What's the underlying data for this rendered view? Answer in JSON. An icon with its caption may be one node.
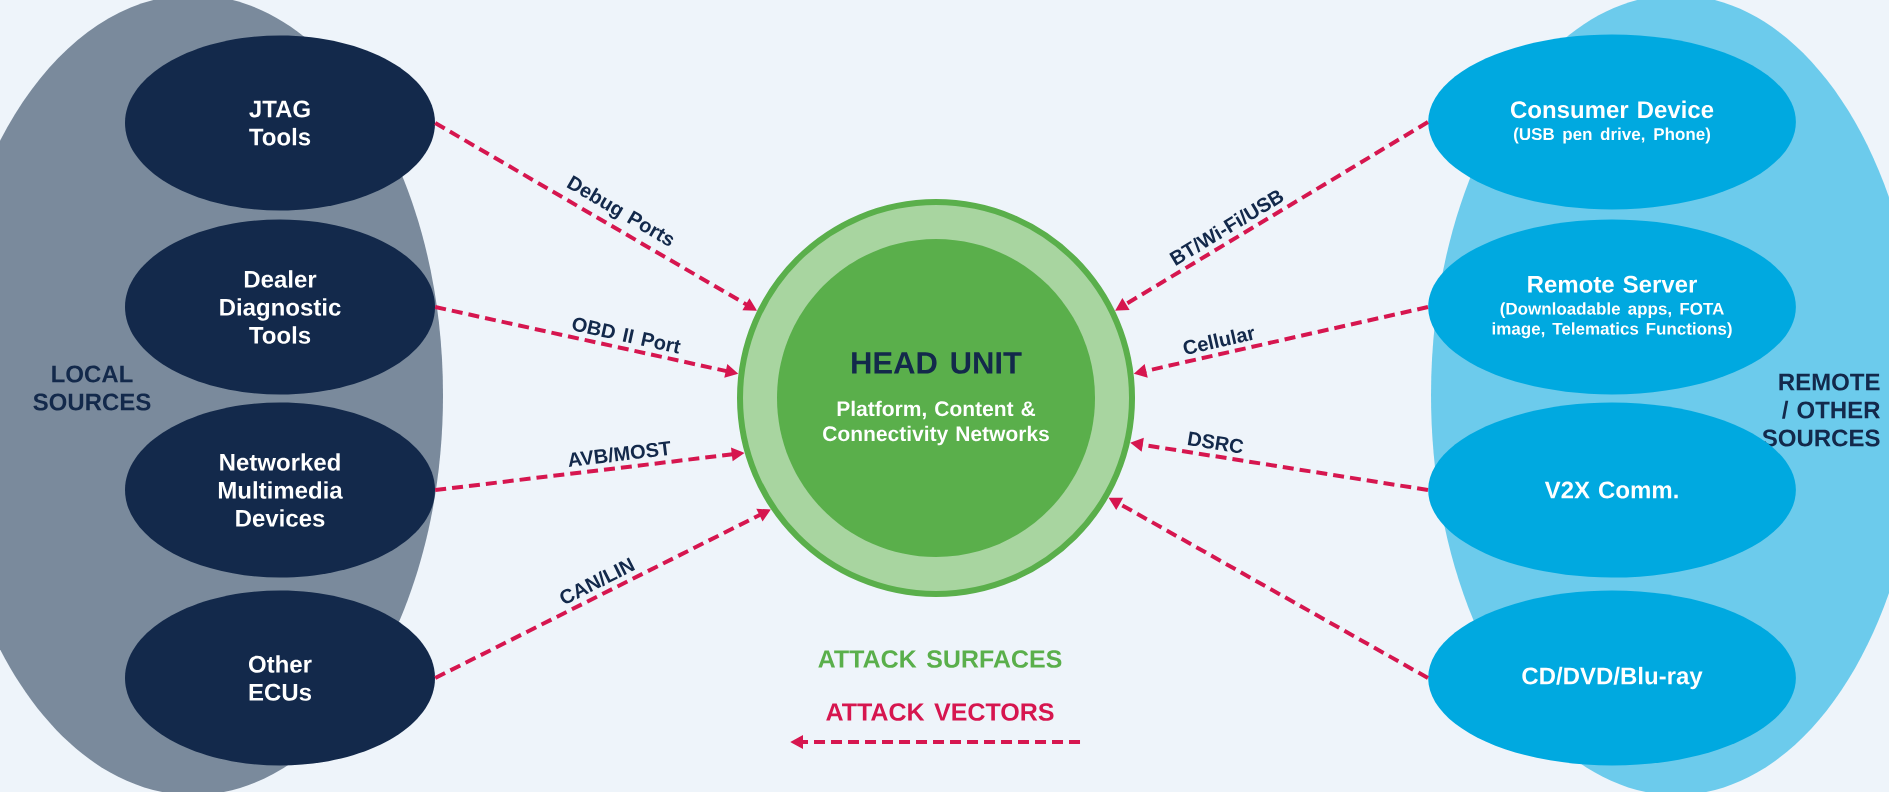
{
  "diagram": {
    "nodes": [
      {
        "text": [
          "LOCAL SOURCES"
        ]
      },
      {
        "text": [
          "JTAG Tools"
        ],
        "in": 0
      },
      {
        "text": [
          "Dealer Diagnostic Tools"
        ],
        "in": 0
      },
      {
        "text": [
          "Networked Multimedia Devices"
        ],
        "in": 0
      },
      {
        "text": [
          "Other ECUs"
        ],
        "in": 0
      },
      {
        "text": [
          "HEAD UNIT",
          "Platform, Content & Connectivity Networks"
        ]
      },
      {
        "text": [
          "REMOTE / OTHER SOURCES"
        ]
      },
      {
        "text": [
          "Consumer Device",
          "(USB pen drive, Phone)"
        ],
        "in": 6
      },
      {
        "text": [
          "Remote Server",
          "(Downloadable apps, FOTA image, Telematics Functions)"
        ],
        "in": 6
      },
      {
        "text": [
          "V2X Comm."
        ],
        "in": 6
      },
      {
        "text": [
          "CD/DVD/Blu-ray"
        ],
        "in": 6
      }
    ],
    "edges": [
      {
        "from": 1,
        "to": 5,
        "arrow": "to",
        "label": "Debug Ports",
        "style": "dashed"
      },
      {
        "from": 2,
        "to": 5,
        "arrow": "to",
        "label": "OBD II Port",
        "style": "dashed"
      },
      {
        "from": 3,
        "to": 5,
        "arrow": "to",
        "label": "AVB/MOST",
        "style": "dashed"
      },
      {
        "from": 4,
        "to": 5,
        "arrow": "to",
        "label": "CAN/LIN",
        "style": "dashed"
      },
      {
        "from": 7,
        "to": 5,
        "arrow": "to",
        "label": "BT/Wi-Fi/USB",
        "style": "dashed"
      },
      {
        "from": 8,
        "to": 5,
        "arrow": "to",
        "label": "Cellular",
        "style": "dashed"
      },
      {
        "from": 9,
        "to": 5,
        "arrow": "to",
        "label": "DSRC",
        "style": "dashed"
      },
      {
        "from": 10,
        "to": 5,
        "arrow": "to",
        "style": "dashed"
      }
    ],
    "legend": [
      {
        "text": "ATTACK SURFACES"
      },
      {
        "text": "ATTACK VECTORS"
      }
    ]
  }
}
